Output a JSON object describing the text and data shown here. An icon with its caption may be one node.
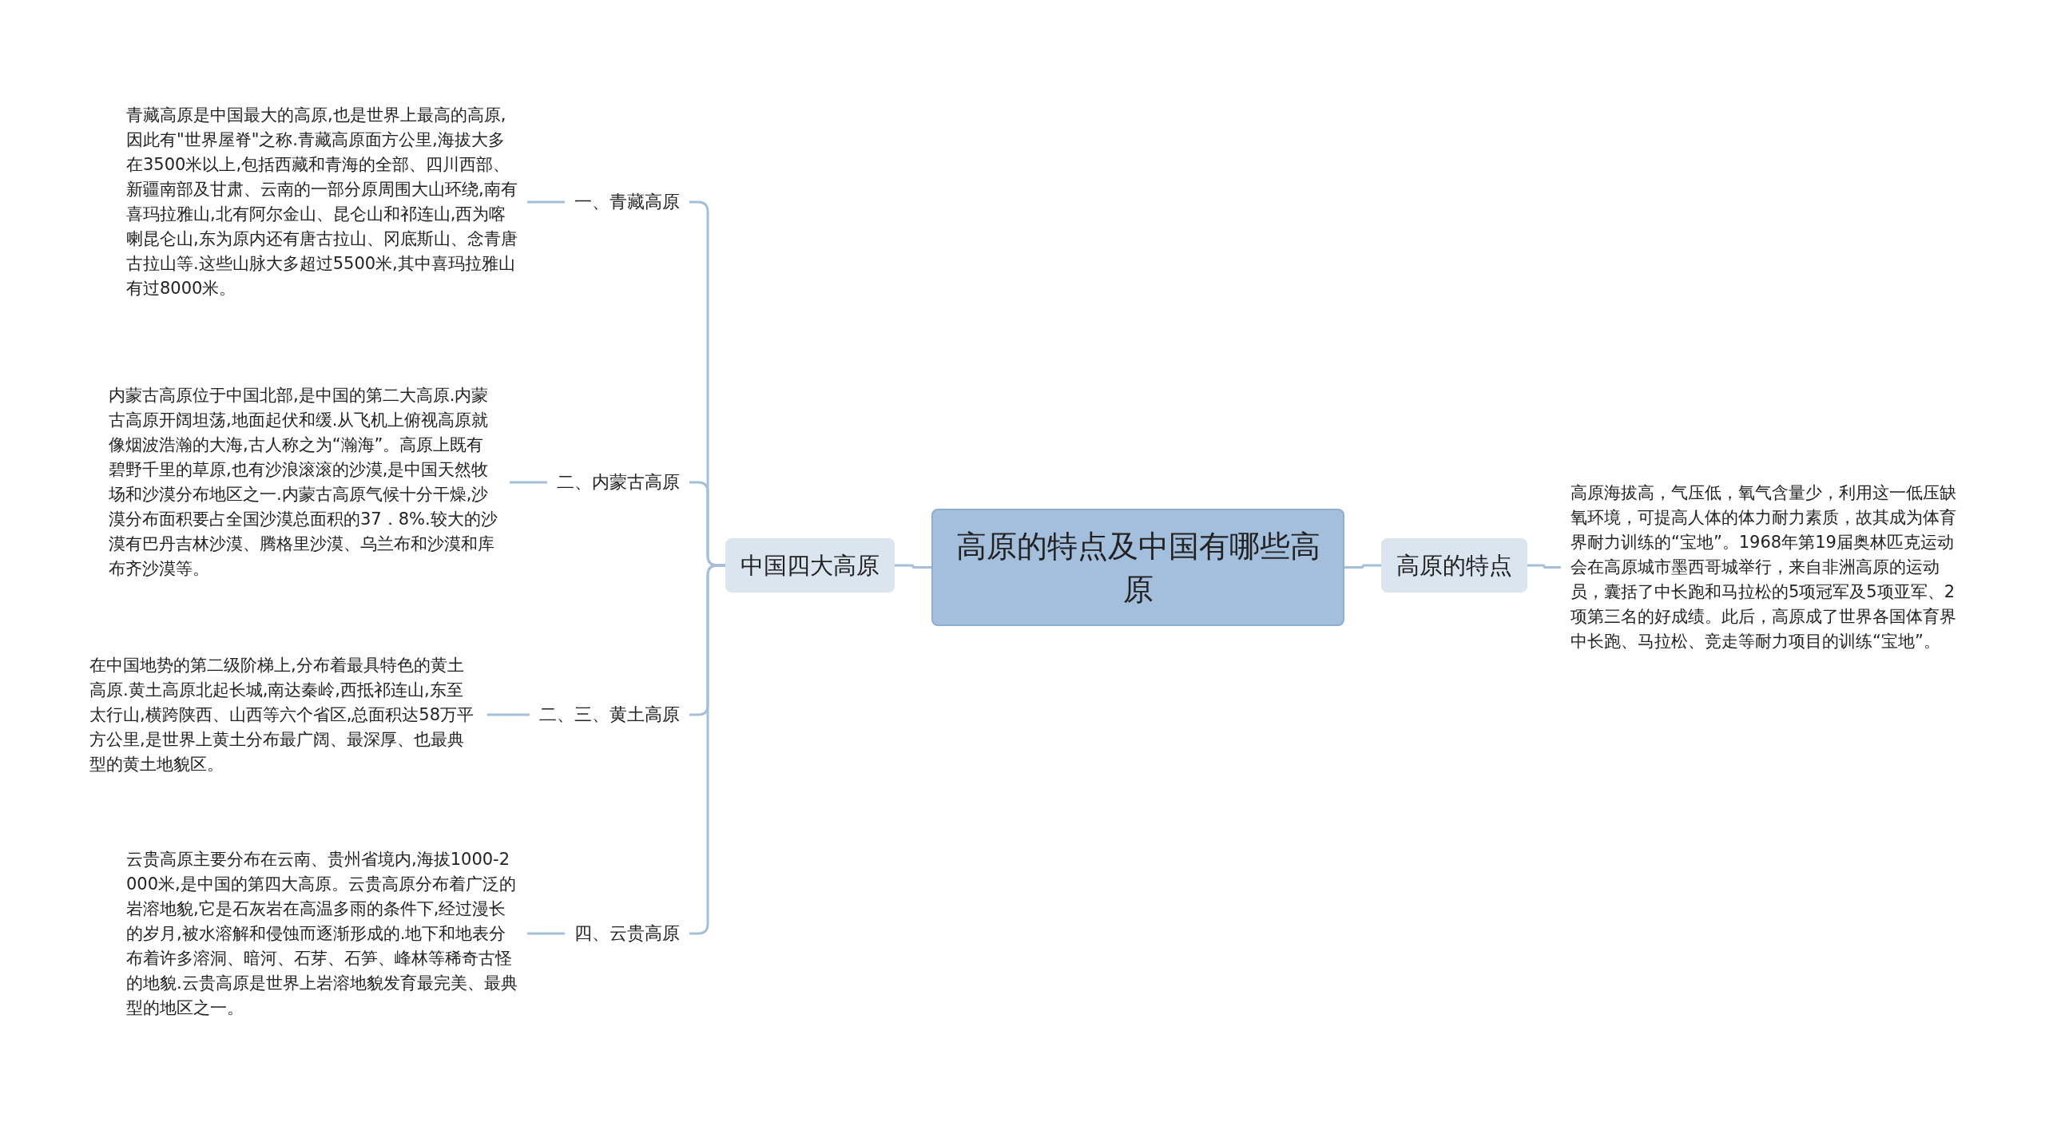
{
  "diagram": {
    "nodes": [
      {
        "text": [
          "高原的特点及中国有哪些高原"
        ]
      },
      {
        "text": [
          "中国四大高原"
        ]
      },
      {
        "text": [
          "高原的特点"
        ]
      },
      {
        "text": [
          "一、青藏高原"
        ]
      },
      {
        "text": [
          "二、内蒙古高原"
        ]
      },
      {
        "text": [
          "二、三、黄土高原"
        ]
      },
      {
        "text": [
          "四、云贵高原"
        ]
      },
      {
        "text": [
          "青藏高原是中国最大的高原,也是世界上最高的高原,因此有\"世界屋脊\"之称.青藏高原面方公里,海拔大多在3500米以上,包括西藏和青海的全部、四川西部、新疆南部及甘肃、云南的一部分原周围大山环绕,南有喜玛拉雅山,北有阿尔金山、昆仑山和祁连山,西为喀喇昆仑山,东为原内还有唐古拉山、冈底斯山、念青唐古拉山等.这些山脉大多超过5500米,其中喜玛拉雅山有过8000米。"
        ]
      },
      {
        "text": [
          "内蒙古高原位于中国北部,是中国的第二大高原.内蒙古高原开阔坦荡,地面起伏和缓.从飞机上俯视高原就像烟波浩瀚的大海,古人称之为“瀚海”。高原上既有碧野千里的草原,也有沙浪滚滚的沙漠,是中国天然牧场和沙漠分布地区之一.内蒙古高原气候十分干燥,沙漠分布面积要占全国沙漠总面积的37．8%.较大的沙漠有巴丹吉林沙漠、腾格里沙漠、乌兰布和沙漠和库布齐沙漠等。"
        ]
      },
      {
        "text": [
          "在中国地势的第二级阶梯上,分布着最具特色的黄土高原.黄土高原北起长城,南达秦岭,西抵祁连山,东至太行山,横跨陕西、山西等六个省区,总面积达58万平方公里,是世界上黄土分布最广阔、最深厚、也最典型的黄土地貌区。"
        ]
      },
      {
        "text": [
          "云贵高原主要分布在云南、贵州省境内,海拔1000-2000米,是中国的第四大高原。云贵高原分布着广泛的岩溶地貌,它是石灰岩在高温多雨的条件下,经过漫长的岁月,被水溶解和侵蚀而逐渐形成的.地下和地表分布着许多溶洞、暗河、石芽、石笋、峰林等稀奇古怪的地貌.云贵高原是世界上岩溶地貌发育最完美、最典型的地区之一。"
        ]
      },
      {
        "text": [
          "高原海拔高，气压低，氧气含量少，利用这一低压缺氧环境，可提高人体的体力耐力素质，故其成为体育界耐力训练的“宝地”。1968年第19届奥林匹克运动会在高原城市墨西哥城举行，来自非洲高原的运动员，囊括了中长跑和马拉松的5项冠军及5项亚军、2项第三名的好成绩。此后，高原成了世界各国体育界中长跑、马拉松、竞走等耐力项目的训练“宝地”。"
        ]
      }
    ],
    "edges": [
      {
        "from": 0,
        "to": 1,
        "arrow": "none"
      },
      {
        "from": 0,
        "to": 2,
        "arrow": "none"
      },
      {
        "from": 1,
        "to": 3,
        "arrow": "none"
      },
      {
        "from": 1,
        "to": 4,
        "arrow": "none"
      },
      {
        "from": 1,
        "to": 5,
        "arrow": "none"
      },
      {
        "from": 1,
        "to": 6,
        "arrow": "none"
      },
      {
        "from": 3,
        "to": 7,
        "arrow": "none"
      },
      {
        "from": 4,
        "to": 8,
        "arrow": "none"
      },
      {
        "from": 5,
        "to": 9,
        "arrow": "none"
      },
      {
        "from": 6,
        "to": 10,
        "arrow": "none"
      },
      {
        "from": 2,
        "to": 11,
        "arrow": "none"
      }
    ]
  }
}
